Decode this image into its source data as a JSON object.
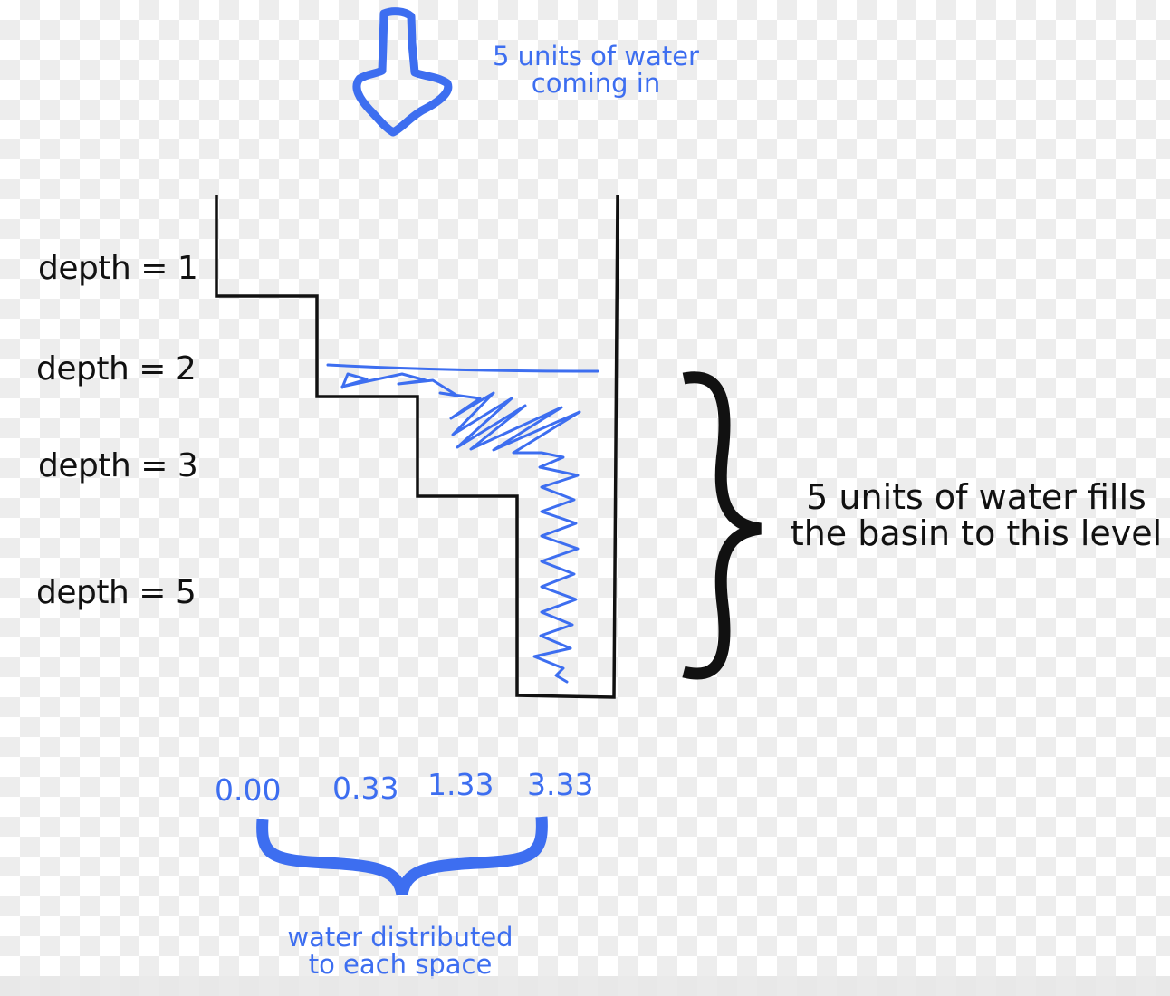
{
  "incoming_note": {
    "line1": "5 units of water",
    "line2": "coming in"
  },
  "depth_labels": [
    {
      "label": "depth = 1",
      "depth": 1
    },
    {
      "label": "depth = 2",
      "depth": 2
    },
    {
      "label": "depth = 3",
      "depth": 3
    },
    {
      "label": "depth = 5",
      "depth": 5
    }
  ],
  "fill_note": {
    "line1": "5 units of water fills",
    "line2": "the basin to this level"
  },
  "distribution": [
    "0.00",
    "0.33",
    "1.33",
    "3.33"
  ],
  "distribution_note": {
    "line1": "water distributed",
    "line2": "to each space"
  },
  "colors": {
    "water_blue": "#3d6ef0",
    "outline_black": "#111111"
  }
}
